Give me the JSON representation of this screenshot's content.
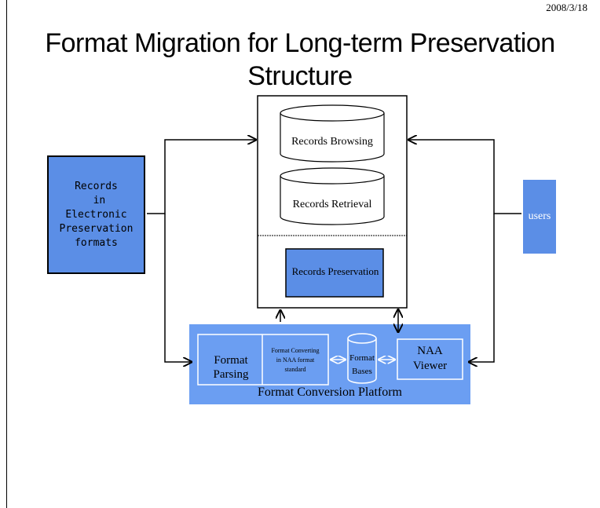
{
  "date": "2008/3/18",
  "title_line1": "Format Migration for Long-term Preservation",
  "title_line2": "Structure",
  "records_box": "Records\n in\nElectronic\nPreservation\nformats",
  "users_label": "users",
  "system": {
    "browsing": "Records  Browsing",
    "retrieval": "Records Retrieval",
    "preservation": "Records Preservation"
  },
  "platform": {
    "name": "Format Conversion Platform",
    "parsing": "Format\nParsing",
    "converting": "Format Converting\nin NAA format\nstandard",
    "bases": "Format\nBases",
    "viewer": "NAA\nViewer"
  },
  "colors": {
    "blue_box": "#5b8ee6",
    "platform": "#6b9ef2"
  }
}
